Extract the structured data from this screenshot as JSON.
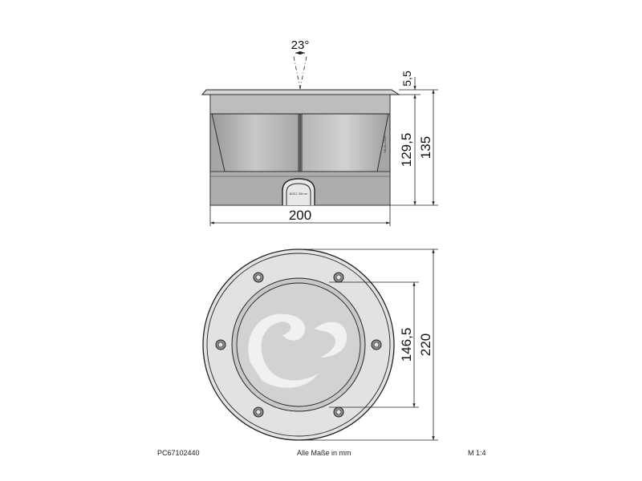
{
  "drawing": {
    "dimensions": {
      "beam_angle": "23°",
      "flange_height": "5,5",
      "body_height": "129,5",
      "total_height": "135",
      "width": "200",
      "inner_diameter": "146,5",
      "outer_diameter": "220"
    },
    "labels": {
      "side_label": "SE-GL-0029",
      "cable_label": "BG02 30mm"
    },
    "colors": {
      "line": "#222222",
      "body_fill": "#b0b0b0",
      "flange_fill": "#d6d6d6",
      "lens_fill": "#cfcfcf",
      "screw_fill": "#9a9a9a"
    }
  },
  "footer": {
    "code": "PC67102440",
    "units_note": "Alle Maße in mm",
    "scale": "M 1:4"
  }
}
